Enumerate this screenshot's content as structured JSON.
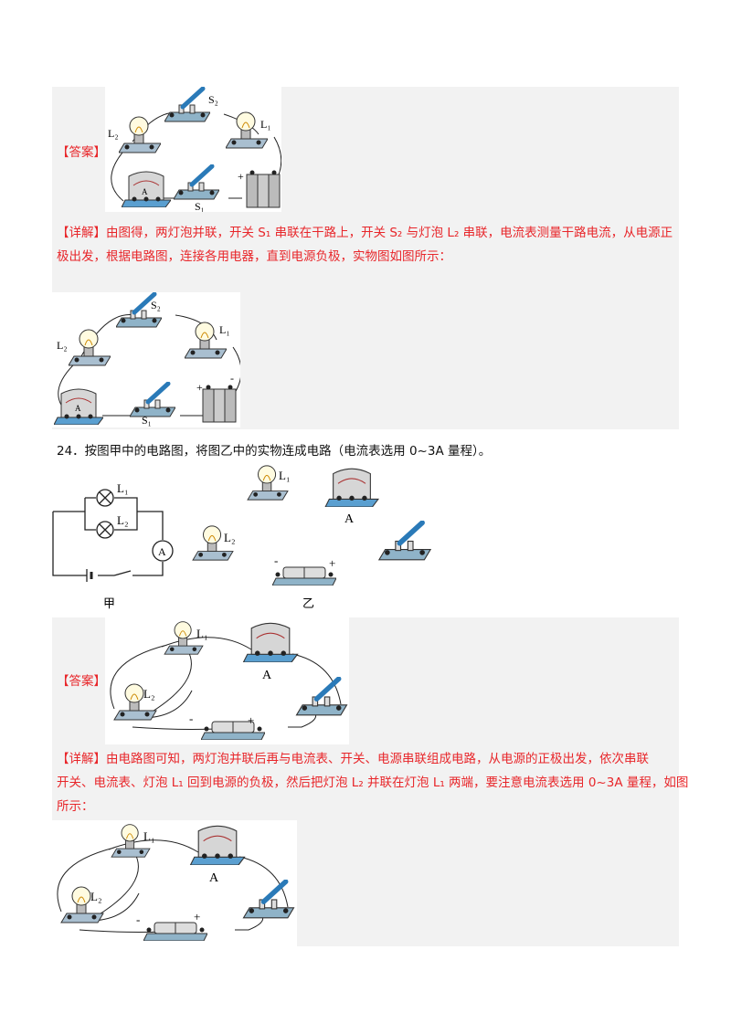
{
  "q23": {
    "answer_label": "【答案】",
    "detail_label": "【详解】",
    "detail_text_1": "由图得，两灯泡并联，开关 S₁ 串联在干路上，开关 S₂ 与灯泡 L₂ 串联，电流表测量干路电流，从电源正",
    "detail_text_2": "极出发，根据电路图，连接各用电器，直到电源负极，实物图如图所示：",
    "labels": {
      "s1": "S₁",
      "s2": "S₂",
      "l1": "L₁",
      "l2": "L₂",
      "plus": "+",
      "minus": "-",
      "ammeter": "A"
    }
  },
  "q24": {
    "question": "24．按图甲中的电路图，将图乙中的实物连成电路（电流表选用 0~3A 量程）。",
    "fig_a_caption": "甲",
    "fig_b_caption": "乙",
    "answer_label": "【答案】",
    "detail_label": "【详解】",
    "detail_text_1": "由电路图可知，两灯泡并联后再与电流表、开关、电源串联组成电路，从电源的正极出发，依次串联",
    "detail_text_2": "开关、电流表、灯泡 L₁ 回到电源的负极，然后把灯泡 L₂ 并联在灯泡 L₁ 两端，要注意电流表选用 0~3A 量程，如图",
    "detail_text_3": "所示：",
    "labels": {
      "l1": "L₁",
      "l2": "L₂",
      "ammeter": "A",
      "plus": "+",
      "minus": "-"
    }
  },
  "colors": {
    "answer_red": "#e8262a",
    "answer_bg": "#f2f2f2"
  }
}
